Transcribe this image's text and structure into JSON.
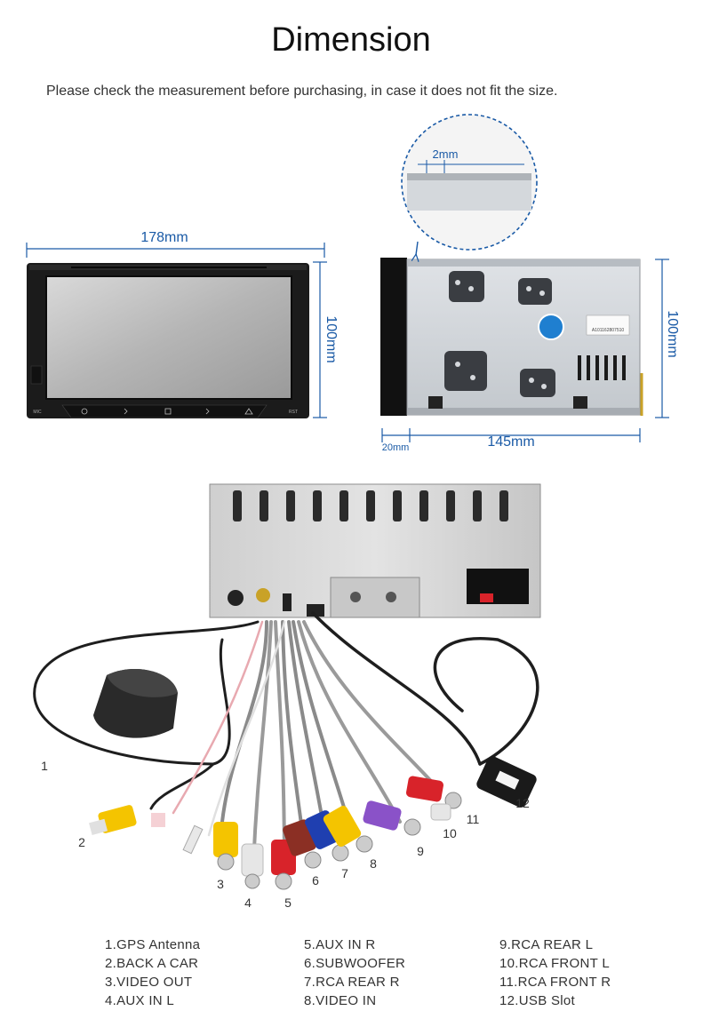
{
  "title": "Dimension",
  "subtitle": "Please check the measurement before purchasing, in case it does not fit the size.",
  "front": {
    "width_label": "178mm",
    "height_label": "100mm",
    "bezel_labels": [
      "MIC",
      "RST"
    ]
  },
  "side": {
    "gap_label": "2mm",
    "height_label": "100mm",
    "depth_label": "145mm",
    "front_label": "20mm",
    "sticker_text": "A101162807510"
  },
  "callouts": [
    "1",
    "2",
    "3",
    "4",
    "5",
    "6",
    "7",
    "8",
    "9",
    "10",
    "11",
    "12"
  ],
  "legend": [
    [
      "1.GPS Antenna",
      "2.BACK A CAR",
      "3.VIDEO OUT",
      "4.AUX IN L"
    ],
    [
      "5.AUX IN R",
      "6.SUBWOOFER",
      "7.RCA REAR R",
      "8.VIDEO IN"
    ],
    [
      "9.RCA REAR L",
      "10.RCA FRONT L",
      "11.RCA FRONT R",
      "12.USB Slot"
    ]
  ],
  "colors": {
    "dimension_blue": "#1a5aa6",
    "rca_yellow": "#f4c400",
    "rca_red": "#d8232a",
    "rca_white": "#e6e6e6",
    "rca_brown": "#8b2f24",
    "rca_blue": "#1f3fb0",
    "rca_purple": "#8a52c8"
  }
}
